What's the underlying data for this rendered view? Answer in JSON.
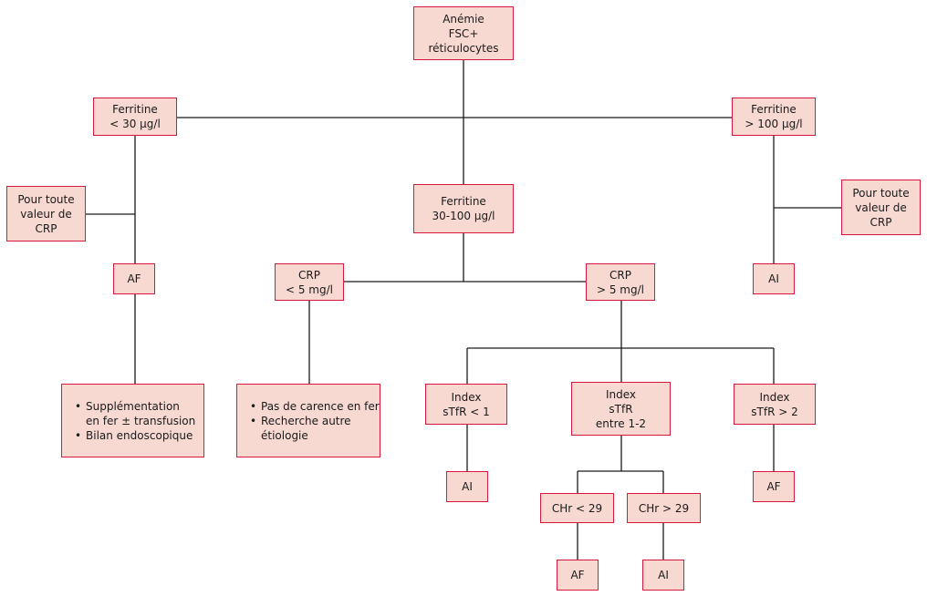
{
  "nodes": {
    "anemie": [
      "Anémie",
      "FSC+",
      "réticulocytes"
    ],
    "ferritine_low": [
      "Ferritine",
      "< 30 µg/l"
    ],
    "ferritine_high": [
      "Ferritine",
      "> 100 µg/l"
    ],
    "ferritine_mid": [
      "Ferritine",
      "30-100 µg/l"
    ],
    "crp_any_left": [
      "Pour toute",
      "valeur de",
      "CRP"
    ],
    "crp_any_right": [
      "Pour toute",
      "valeur de",
      "CRP"
    ],
    "af_left": [
      "AF"
    ],
    "ai_right": [
      "AI"
    ],
    "crp_low": [
      "CRP",
      "< 5 mg/l"
    ],
    "crp_high": [
      "CRP",
      "> 5 mg/l"
    ],
    "index_low": [
      "Index",
      "sTfR < 1"
    ],
    "index_mid": [
      "Index",
      "sTfR",
      "entre 1-2"
    ],
    "index_high": [
      "Index",
      "sTfR > 2"
    ],
    "ai_index_low": [
      "AI"
    ],
    "af_index_high": [
      "AF"
    ],
    "chr_low": [
      "CHr < 29"
    ],
    "chr_high": [
      "CHr > 29"
    ],
    "af_chr_low": [
      "AF"
    ],
    "ai_chr_high": [
      "AI"
    ]
  },
  "lists": {
    "treatment_af": [
      [
        "Supplémentation",
        "en fer ± transfusion"
      ],
      [
        "Bilan endoscopique"
      ]
    ],
    "no_deficiency": [
      [
        "Pas de carence en fer"
      ],
      [
        "Recherche autre",
        "étiologie"
      ]
    ]
  }
}
